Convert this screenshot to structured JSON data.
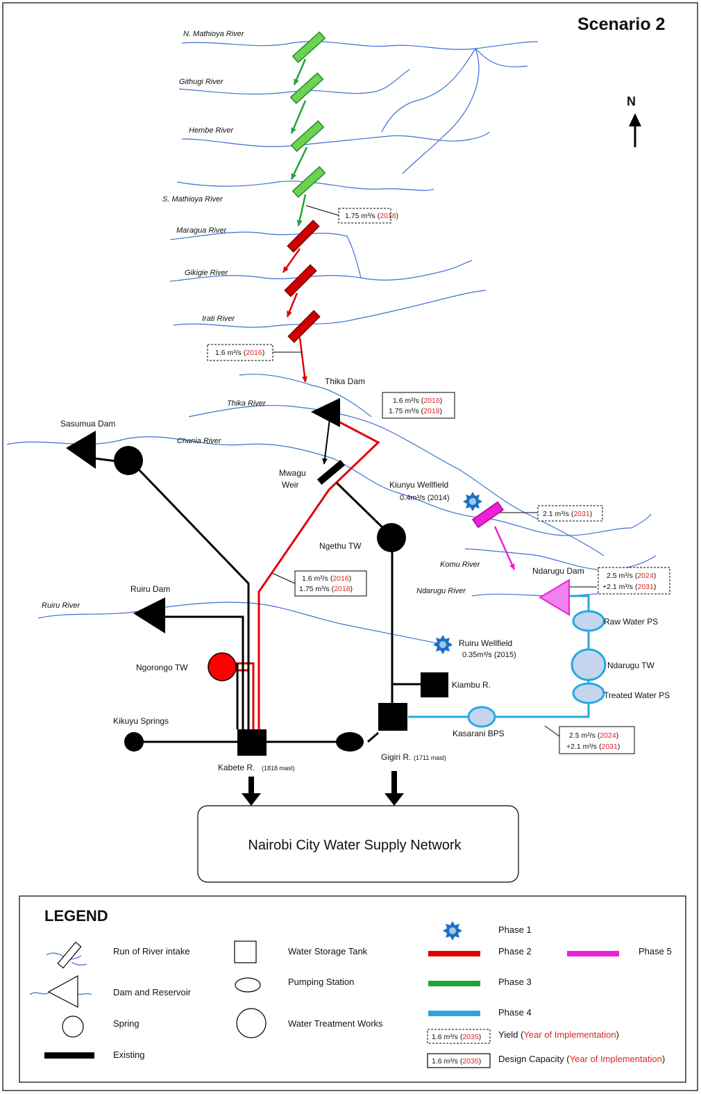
{
  "scenario_title": "Scenario 2",
  "north_label": "N",
  "rivers": {
    "n_mathioya": "N. Mathioya River",
    "githugi": "Githugi River",
    "hembe": "Hembe River",
    "s_mathioya": "S. Mathioya River",
    "maragua": "Maragua River",
    "gikigie": "Gikigie River",
    "irati": "Irati River",
    "thika": "Thika River",
    "chania": "Chania River",
    "ruiru": "Ruiru River",
    "komu": "Komu River",
    "ndarugu": "Ndarugu River"
  },
  "nodes": {
    "thika_dam": "Thika Dam",
    "sasumua_dam": "Sasumua Dam",
    "mwagu_weir_1": "Mwagu",
    "mwagu_weir_2": "Weir",
    "kiunyu_wellfield": "Kiunyu Wellfield",
    "kiunyu_yield": "0.4m³/s (2014)",
    "ngethu_tw": "Ngethu TW",
    "ruiru_dam": "Ruiru Dam",
    "ngorongo_tw": "Ngorongo TW",
    "ruiru_wellfield": "Ruiru Wellfield",
    "ruiru_wellfield_yield": "0.35m³/s (2015)",
    "kiambu_r": "Kiambu R.",
    "kikuyu_springs": "Kikuyu Springs",
    "kabete_r": "Kabete R.",
    "kabete_masl": "(1818 masl)",
    "gigiri_r": "Gigiri R.",
    "gigiri_masl": "(1711 masl)",
    "kasarani_bps": "Kasarani BPS",
    "ndarugu_dam": "Ndarugu Dam",
    "raw_water_ps": "Raw Water PS",
    "ndarugu_tw": "Ndarugu TW",
    "treated_water_ps": "Treated Water PS",
    "network": "Nairobi City Water Supply Network"
  },
  "boxes": {
    "b1": {
      "val": "1.75 m³/s (",
      "year": "2018",
      "end": ")"
    },
    "b2": {
      "val": "1.6 m³/s (",
      "year": "2016",
      "end": ")"
    },
    "b3a": {
      "val": "1.6 m³/s (",
      "year": "2016",
      "end": ")"
    },
    "b3b": {
      "val": "1.75 m³/s (",
      "year": "2018",
      "end": ")"
    },
    "b4": {
      "val": "2.1 m³/s (",
      "year": "2031",
      "end": ")"
    },
    "b5a": {
      "val": "1.6 m³/s (",
      "year": "2016",
      "end": ")"
    },
    "b5b": {
      "val": "1.75 m³/s (",
      "year": "2018",
      "end": ")"
    },
    "b6a": {
      "val": "2.5 m³/s (",
      "year": "2024",
      "end": ")"
    },
    "b6b": {
      "val": "+2.1 m³/s (",
      "year": "2031",
      "end": ")"
    },
    "b7a": {
      "val": "2.5 m³/s (",
      "year": "2024",
      "end": ")"
    },
    "b7b": {
      "val": "+2.1 m³/s (",
      "year": "2031",
      "end": ")"
    }
  },
  "legend": {
    "title": "LEGEND",
    "run_of_river": "Run of River intake",
    "dam_reservoir": "Dam and Reservoir",
    "spring": "Spring",
    "existing": "Existing",
    "storage_tank": "Water Storage Tank",
    "pumping_station": "Pumping Station",
    "treatment_works": "Water Treatment Works",
    "phase1": "Phase 1",
    "phase2": "Phase 2",
    "phase3": "Phase 3",
    "phase4": "Phase 4",
    "phase5": "Phase 5",
    "sample_box": {
      "val": "1.6 m³/s (",
      "year": "2035",
      "end": ")"
    },
    "yield_label": "Yield (",
    "yield_year": "Year of Implementation",
    "design_label": "Design Capacity (",
    "design_year": "Year of Implementation",
    "close_paren": ")"
  },
  "colors": {
    "river": "#3b6fd4",
    "phase1": "#1e6fc2",
    "phase2": "#e00000",
    "phase3": "#1fa33a",
    "phase4": "#27a8e0",
    "phase5": "#ee1fd8",
    "existing": "#000000",
    "year_red": "#d9261c"
  }
}
